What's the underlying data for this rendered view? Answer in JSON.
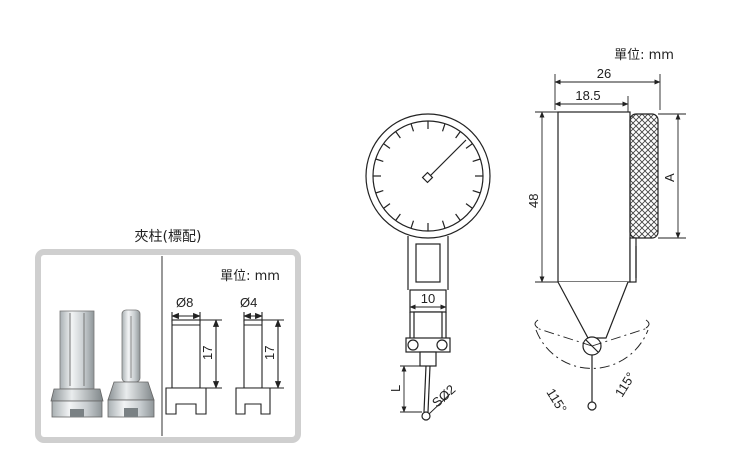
{
  "accessory_box": {
    "title": "夾柱(標配)",
    "unit_label": "單位: mm",
    "dim_d8": "Ø8",
    "dim_d4": "Ø4",
    "dim_h1": "17",
    "dim_h2": "17"
  },
  "front_view": {
    "stem_width": "10",
    "ball_tip": "SØ2",
    "length_label": "L"
  },
  "side_view": {
    "unit_label": "單位: mm",
    "width_total": "26",
    "width_inner": "18.5",
    "height": "48",
    "dim_a": "A",
    "angle_left": "115°",
    "angle_right": "115°"
  },
  "colors": {
    "line": "#222222",
    "panel_border": "#c9c9c9",
    "metal_light": "#e6e9ea",
    "metal_dark": "#8c9396"
  }
}
